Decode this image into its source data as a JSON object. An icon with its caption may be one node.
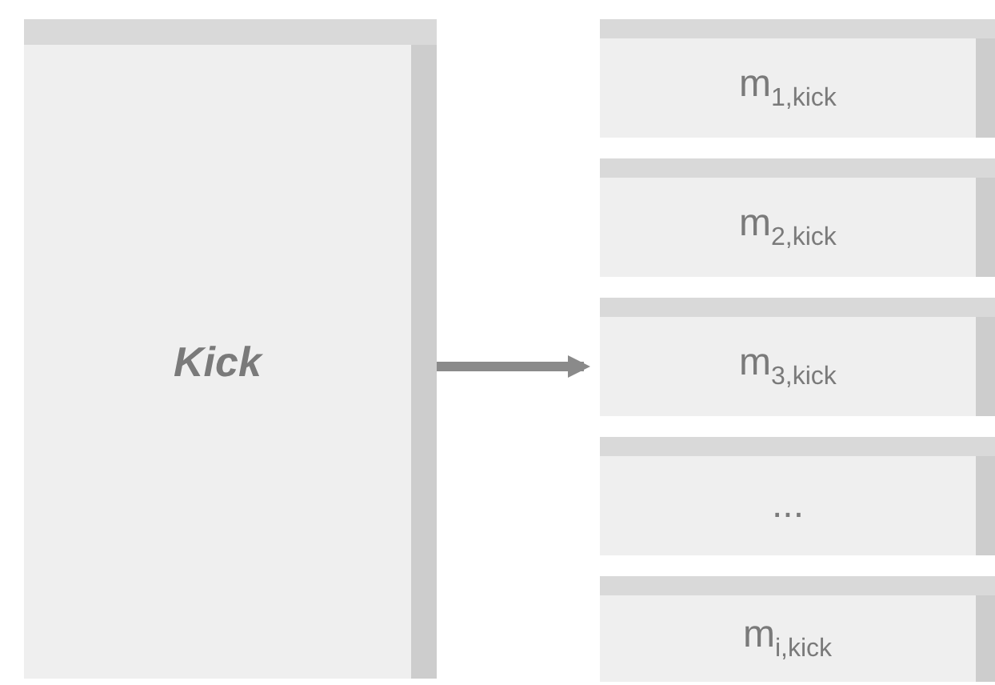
{
  "diagram": {
    "nodes": [
      {
        "text": [
          "Kick"
        ]
      },
      {
        "text": [
          "m$_{1,kick}$"
        ]
      },
      {
        "text": [
          "m$_{2,kick}$"
        ]
      },
      {
        "text": [
          "m$_{3,kick}$"
        ]
      },
      {
        "text": [
          "..."
        ]
      },
      {
        "text": [
          "m$_{i,kick}$"
        ]
      }
    ],
    "edges": [
      {
        "from": 0,
        "to": 3,
        "arrow": "to"
      }
    ]
  }
}
